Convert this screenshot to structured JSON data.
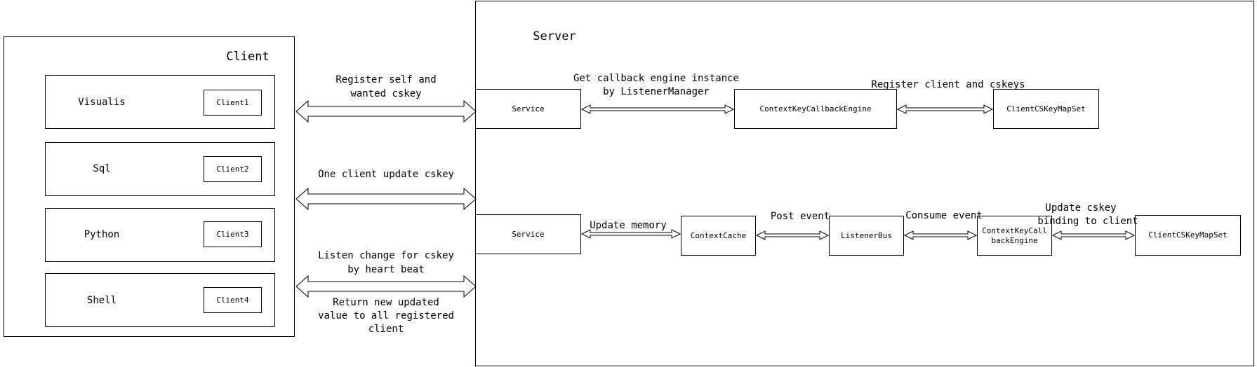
{
  "client": {
    "title": "Client",
    "items": [
      {
        "name": "Visualis",
        "id": "Client1"
      },
      {
        "name": "Sql",
        "id": "Client2"
      },
      {
        "name": "Python",
        "id": "Client3"
      },
      {
        "name": "Shell",
        "id": "Client4"
      }
    ]
  },
  "links": {
    "register_line1": "Register self and",
    "register_line2": "wanted cskey",
    "update_line": "One client update cskey",
    "listen_line1": "Listen change for cskey",
    "listen_line2": "by heart beat",
    "return_line1": "Return new updated",
    "return_line2": "value to all registered",
    "return_line3": "client"
  },
  "server": {
    "title": "Server",
    "row1": {
      "service": "Service",
      "get_engine_line1": "Get callback engine instance",
      "get_engine_line2": "by ListenerManager",
      "engine": "ContextKeyCallbackEngine",
      "register_clients": "Register client and cskeys",
      "mapset": "ClientCSKeyMapSet"
    },
    "row2": {
      "service": "Service",
      "update_memory": "Update memory",
      "cache": "ContextCache",
      "post_event": "Post event",
      "bus": "ListenerBus",
      "consume_event": "Consume event",
      "engine_line1": "ContextKeyCall",
      "engine_line2": "backEngine",
      "update_binding_line1": "Update cskey",
      "update_binding_line2": "binding to client",
      "mapset": "ClientCSKeyMapSet"
    }
  }
}
